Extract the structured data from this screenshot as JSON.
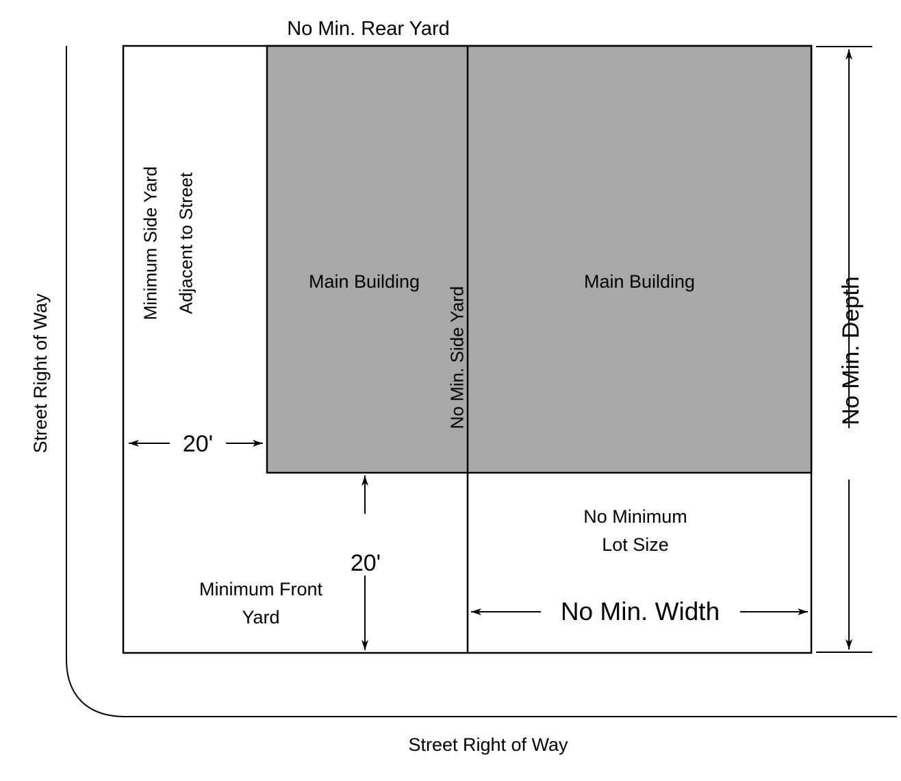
{
  "diagram": {
    "title": "Zoning Lot Setback Diagram",
    "colors": {
      "building_fill": "#a8a8a8",
      "line": "#000000",
      "background": "#ffffff"
    },
    "labels": {
      "rear_yard": "No Min. Rear Yard",
      "street_row_left": "Street Right of Way",
      "street_row_bottom": "Street Right of Way",
      "side_yard_street_line1": "Minimum Side Yard",
      "side_yard_street_line2": "Adjacent to Street",
      "main_building_left": "Main Building",
      "main_building_right": "Main Building",
      "no_min_side_yard": "No Min. Side Yard",
      "no_min_depth": "No Min. Depth",
      "no_min_width": "No Min. Width",
      "no_minimum_lot_size_line1": "No Minimum",
      "no_minimum_lot_size_line2": "Lot Size",
      "minimum_front_yard_line1": "Minimum Front",
      "minimum_front_yard_line2": "Yard",
      "side_setback_dimension": "20'",
      "front_setback_dimension": "20'"
    }
  }
}
